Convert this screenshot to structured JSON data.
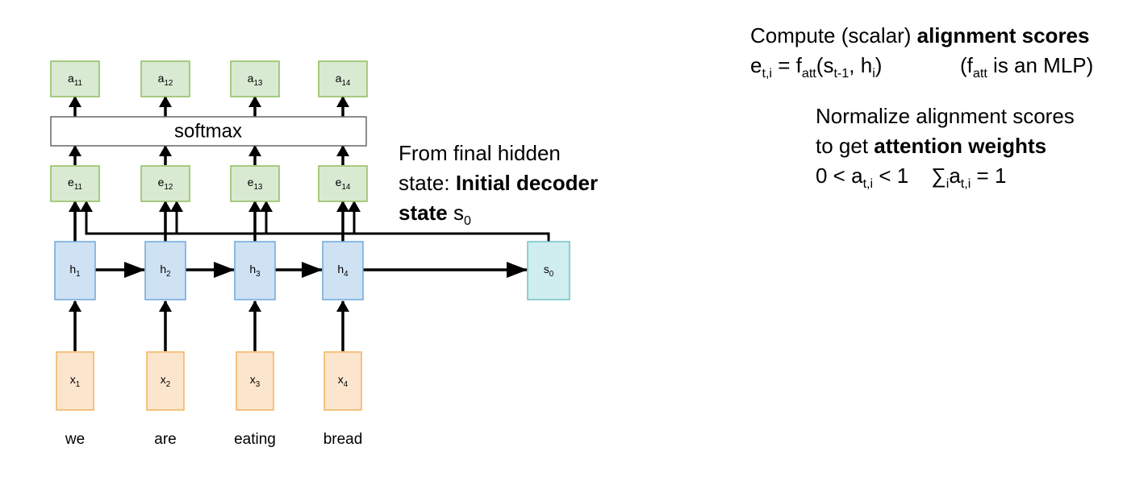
{
  "diagram": {
    "inputs": [
      {
        "node": "x",
        "sub": "1",
        "word": "we"
      },
      {
        "node": "x",
        "sub": "2",
        "word": "are"
      },
      {
        "node": "x",
        "sub": "3",
        "word": "eating"
      },
      {
        "node": "x",
        "sub": "4",
        "word": "bread"
      }
    ],
    "hidden": [
      {
        "node": "h",
        "sub": "1"
      },
      {
        "node": "h",
        "sub": "2"
      },
      {
        "node": "h",
        "sub": "3"
      },
      {
        "node": "h",
        "sub": "4"
      }
    ],
    "scores": [
      {
        "node": "e",
        "sub": "11"
      },
      {
        "node": "e",
        "sub": "12"
      },
      {
        "node": "e",
        "sub": "13"
      },
      {
        "node": "e",
        "sub": "14"
      }
    ],
    "weights": [
      {
        "node": "a",
        "sub": "11"
      },
      {
        "node": "a",
        "sub": "12"
      },
      {
        "node": "a",
        "sub": "13"
      },
      {
        "node": "a",
        "sub": "14"
      }
    ],
    "decoder_state": {
      "node": "s",
      "sub": "0"
    },
    "softmax_label": "softmax",
    "colors": {
      "input_fill": "#fbe5cd",
      "input_stroke": "#f1b35f",
      "hidden_fill": "#cfe2f3",
      "hidden_stroke": "#6fa8dc",
      "score_fill": "#d9ead3",
      "score_stroke": "#8fbd5d",
      "state_fill": "#d0eef0",
      "state_stroke": "#74c0c7",
      "arrow": "#000000"
    }
  },
  "captions": {
    "init": {
      "line1": "From final hidden",
      "line2_prefix": "state: ",
      "line2_bold": "Initial decoder",
      "line3_bold": "state",
      "line3_var": "s",
      "line3_sub": "0"
    },
    "align": {
      "line1_prefix": "Compute (scalar) ",
      "line1_bold": "alignment scores",
      "e": "e",
      "e_sub": "t,i",
      "eq": " = f",
      "f_sub": "att",
      "args_open": "(s",
      "s_sub": "t-1",
      "args_mid": ", h",
      "h_sub": "i",
      "args_close": ")",
      "note_open": "(f",
      "note_sub": "att",
      "note_close": " is an MLP)"
    },
    "norm": {
      "line1": "Normalize alignment scores",
      "line2_prefix": "to get ",
      "line2_bold": "attention weights",
      "ineq_left": "0 < a",
      "ineq_sub": "t,i",
      "ineq_right": " < 1",
      "sum_sym": "∑",
      "sum_sub": "i",
      "sum_a": "a",
      "sum_a_sub": "t,i",
      "sum_right": " = 1"
    }
  }
}
